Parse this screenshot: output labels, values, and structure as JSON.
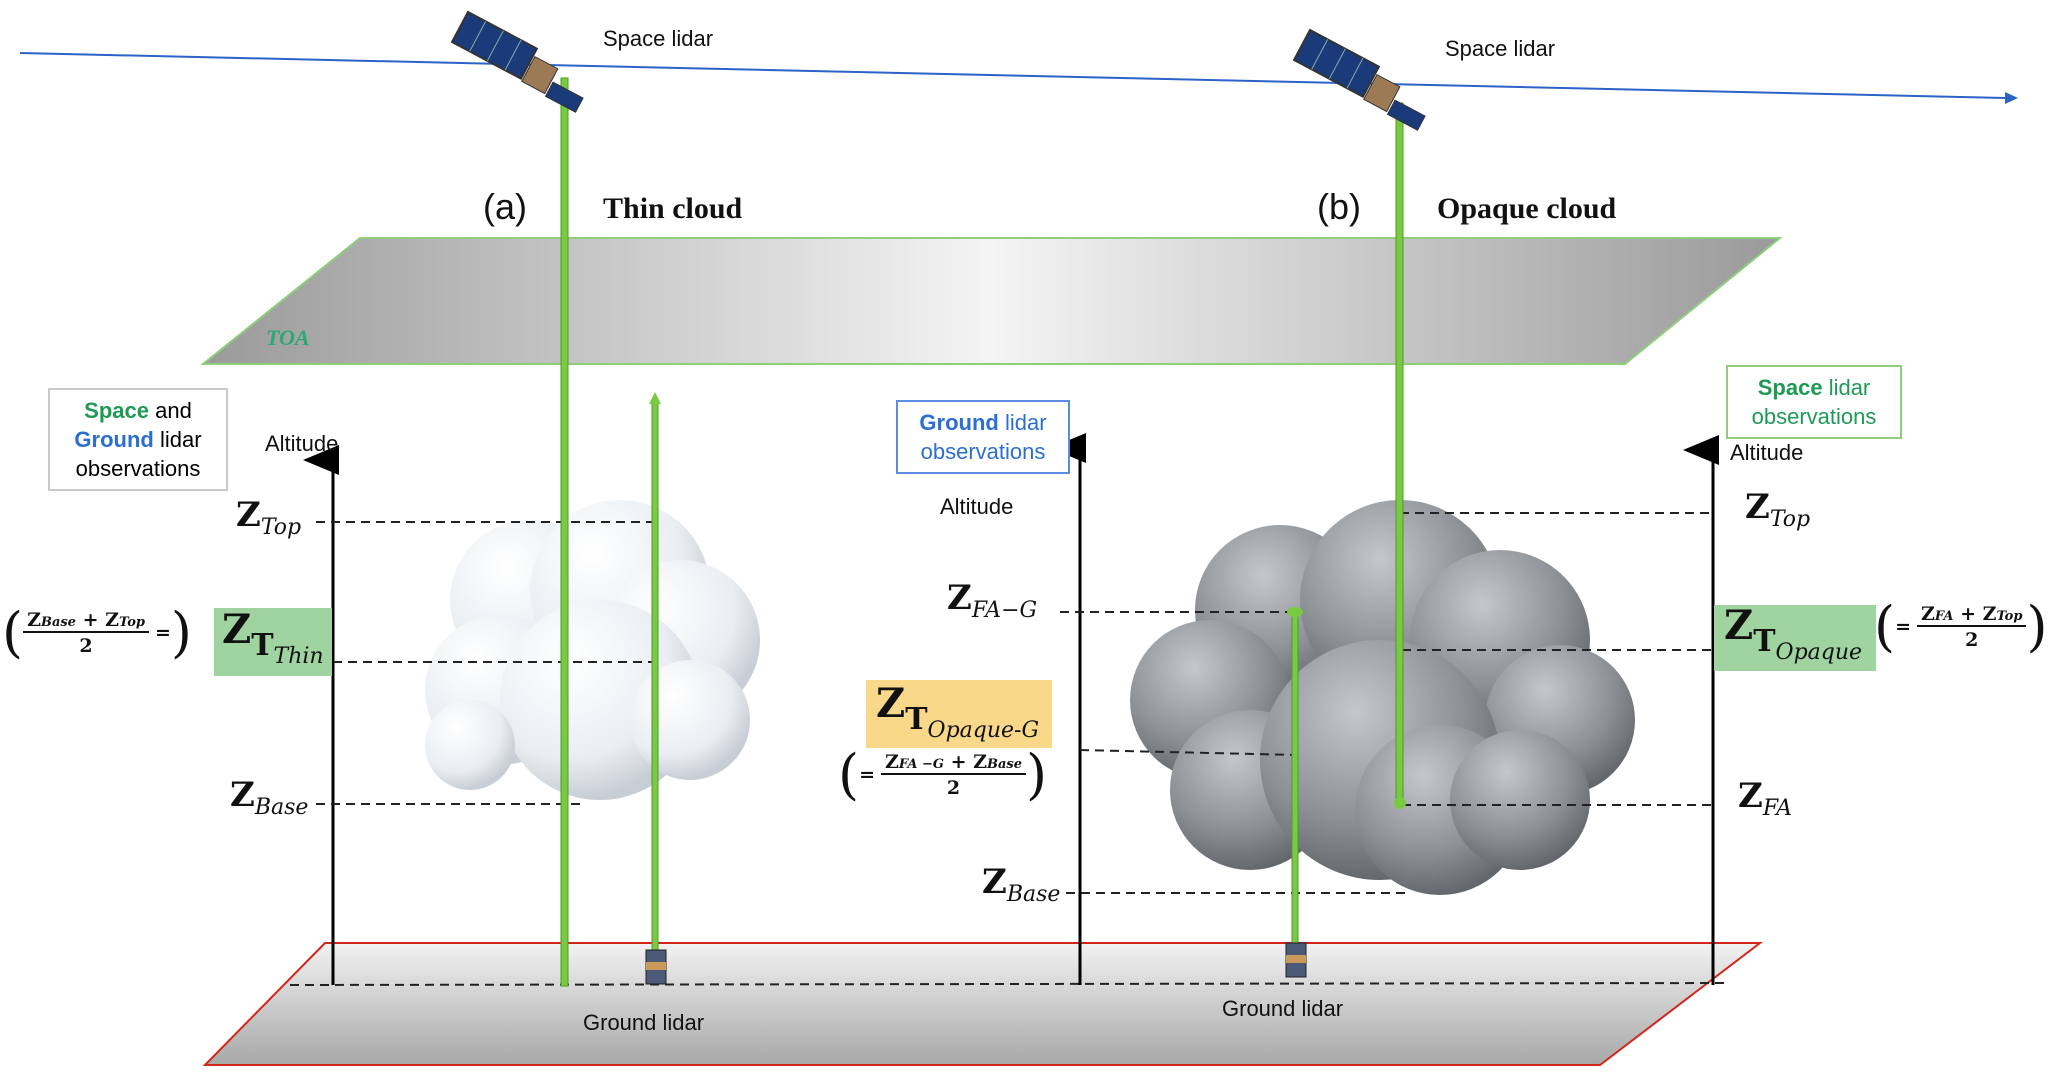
{
  "space_lidar_label": "Space lidar",
  "ground_lidar_label": "Ground lidar",
  "toa_label": "TOA",
  "altitude_label": "Altitude",
  "panel_a": {
    "tag": "(a)",
    "title": "Thin cloud",
    "box": {
      "space": "Space",
      "and": "and",
      "ground": "Ground",
      "lidar": "lidar",
      "observations": "observations"
    },
    "z_top": {
      "base": "Z",
      "sub": "Top"
    },
    "z_base": {
      "base": "Z",
      "sub": "Base"
    },
    "z_t_thin": {
      "base": "Z",
      "t": "T",
      "sub": "Thin"
    },
    "formula": {
      "open": "(",
      "num_a": "Z",
      "num_a_sub": "Base",
      "plus": "+",
      "num_b": "Z",
      "num_b_sub": "Top",
      "den": "2",
      "close": ")",
      "eq": "="
    }
  },
  "panel_b": {
    "tag": "(b)",
    "title": "Opaque cloud",
    "ground_box": {
      "ground": "Ground",
      "lidar": "lidar",
      "observations": "observations"
    },
    "space_box": {
      "space": "Space",
      "lidar": "lidar",
      "observations": "observations"
    },
    "z_fa_g": {
      "base": "Z",
      "sub": "FA−G"
    },
    "z_t_opaque_g": {
      "base": "Z",
      "t": "T",
      "sub": "Opaque-G"
    },
    "formula_g": {
      "open": "(",
      "eq": "=",
      "num_a": "Z",
      "num_a_sub": "FA −G",
      "plus": "+",
      "num_b": "Z",
      "num_b_sub": "Base",
      "den": "2",
      "close": ")"
    },
    "z_base": {
      "base": "Z",
      "sub": "Base"
    },
    "z_top": {
      "base": "Z",
      "sub": "Top"
    },
    "z_t_opaque": {
      "base": "Z",
      "t": "T",
      "sub": "Opaque"
    },
    "formula_s": {
      "open": "(",
      "eq": "=",
      "num_a": "Z",
      "num_a_sub": "FA",
      "plus": "+",
      "num_b": "Z",
      "num_b_sub": "Top",
      "den": "2",
      "close": ")"
    },
    "z_fa": {
      "base": "Z",
      "sub": "FA"
    }
  },
  "colors": {
    "green": "#1f9a55",
    "blue": "#2d6fd1",
    "beam": "#7ac943",
    "orbit": "#2b63c7",
    "ground_edge": "#d2261b",
    "toa_edge": "#8fce7c"
  }
}
